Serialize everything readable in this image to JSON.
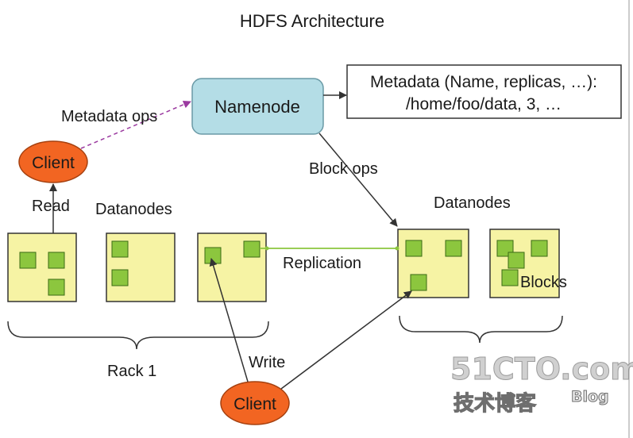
{
  "diagram": {
    "title": "HDFS Architecture",
    "namenode": {
      "label": "Namenode"
    },
    "metadata": {
      "line1": "Metadata (Name, replicas, …):",
      "line2": "/home/foo/data, 3, …"
    },
    "clients": {
      "read_client": "Client",
      "write_client": "Client"
    },
    "edge_labels": {
      "metadata_ops": "Metadata ops",
      "block_ops": "Block ops",
      "read": "Read",
      "write": "Write",
      "replication": "Replication"
    },
    "group_labels": {
      "datanodes_left": "Datanodes",
      "datanodes_right": "Datanodes",
      "rack1": "Rack 1",
      "blocks": "Blocks"
    },
    "watermark": {
      "site": "51CTO.com",
      "tagline": "技术博客",
      "blog": "Blog"
    }
  },
  "colors": {
    "namenode_fill": "#b4dde6",
    "datanode_fill": "#f6f3a4",
    "block_fill": "#8cc63e",
    "client_fill": "#f26522",
    "dashed_arrow": "#9b3aa0",
    "replication_line": "#8cc63e",
    "text": "#1a1a1a"
  }
}
